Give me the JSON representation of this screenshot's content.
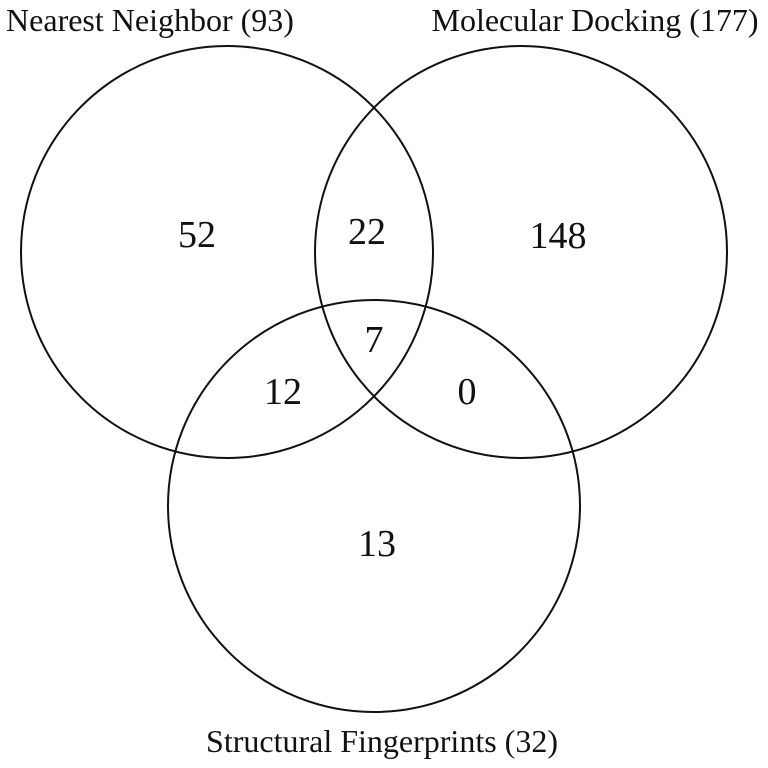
{
  "figure": {
    "type": "venn",
    "background_color": "#ffffff",
    "stroke_color": "#111111",
    "text_color": "#111111",
    "sets": [
      {
        "name": "Nearest Neighbor",
        "total": 93,
        "label": "Nearest Neighbor (93)"
      },
      {
        "name": "Molecular Docking",
        "total": 177,
        "label": "Molecular Docking (177)"
      },
      {
        "name": "Structural Fingerprints",
        "total": 32,
        "label": "Structural Fingerprints (32)"
      }
    ],
    "regions": {
      "nn_only": {
        "sets": [
          "Nearest Neighbor"
        ],
        "value": "52"
      },
      "nn_md": {
        "sets": [
          "Nearest Neighbor",
          "Molecular Docking"
        ],
        "value": "22"
      },
      "md_only": {
        "sets": [
          "Molecular Docking"
        ],
        "value": "148"
      },
      "nn_md_sf": {
        "sets": [
          "Nearest Neighbor",
          "Molecular Docking",
          "Structural Fingerprints"
        ],
        "value": "7"
      },
      "nn_sf": {
        "sets": [
          "Nearest Neighbor",
          "Structural Fingerprints"
        ],
        "value": "12"
      },
      "md_sf": {
        "sets": [
          "Molecular Docking",
          "Structural Fingerprints"
        ],
        "value": "0"
      },
      "sf_only": {
        "sets": [
          "Structural Fingerprints"
        ],
        "value": "13"
      }
    }
  }
}
